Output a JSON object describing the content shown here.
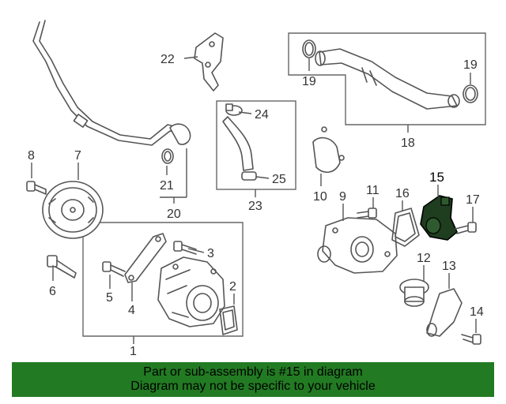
{
  "diagram": {
    "callouts": {
      "c1": "1",
      "c2": "2",
      "c3": "3",
      "c4": "4",
      "c5": "5",
      "c6": "6",
      "c7": "7",
      "c8": "8",
      "c9": "9",
      "c10": "10",
      "c11": "11",
      "c12": "12",
      "c13": "13",
      "c14": "14",
      "c15": "15",
      "c16": "16",
      "c17": "17",
      "c18": "18",
      "c19a": "19",
      "c19b": "19",
      "c20": "20",
      "c21": "21",
      "c22": "22",
      "c23": "23",
      "c24": "24",
      "c25": "25"
    },
    "highlight_color": "#1f3d1f"
  },
  "banner": {
    "line1": "Part or sub-assembly is #15 in diagram",
    "line2": "Diagram may not be specific to your vehicle",
    "background": "#227a22"
  }
}
